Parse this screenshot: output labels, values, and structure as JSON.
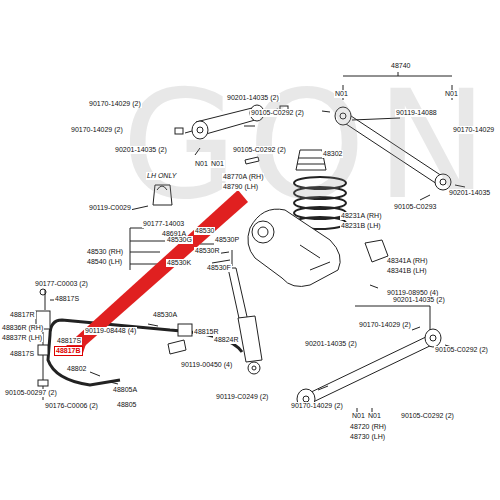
{
  "diagram": {
    "labels": [
      "48740",
      "N01",
      "N01",
      "90119-14088",
      "90170-14029",
      "90201-14035",
      "90105-C0293",
      "90170-14029 (2)",
      "90201-14035 (2)",
      "90105-C0292 (2)",
      "90170-14029 (2)",
      "90201-14035 (2)",
      "N01",
      "N01",
      "90105-C0292 (2)",
      "48302",
      "48770A (RH)",
      "48790 (LH)",
      "LH ONLY",
      "90119-C0029",
      "48691A",
      "48231A (RH)",
      "48231B (LH)",
      "48341A (RH)",
      "48341B (LH)",
      "90119-08950 (4)",
      "90177-14003",
      "48530G",
      "48530",
      "48530P",
      "48530R",
      "48530 (RH)",
      "48540 (LH)",
      "48530K",
      "48530F",
      "90177-C0003 (2)",
      "48817S",
      "48817R",
      "48836R (RH)",
      "48837R (LH)",
      "90119-08448 (4)",
      "48817S",
      "48817B",
      "48817S",
      "48530A",
      "48815R",
      "48824R",
      "48802",
      "90105-00297 (2)",
      "90176-C0006 (2)",
      "90119-00450 (4)",
      "90119-C0249 (2)",
      "48805A",
      "48805",
      "90201-14035 (2)",
      "90170-14029 (2)",
      "90105-C0292 (2)",
      "90201-14035 (2)",
      "90170-14029 (2)",
      "N01",
      "N01",
      "90105-C0292 (2)",
      "48720 (RH)",
      "48730 (LH)",
      "GON"
    ]
  }
}
